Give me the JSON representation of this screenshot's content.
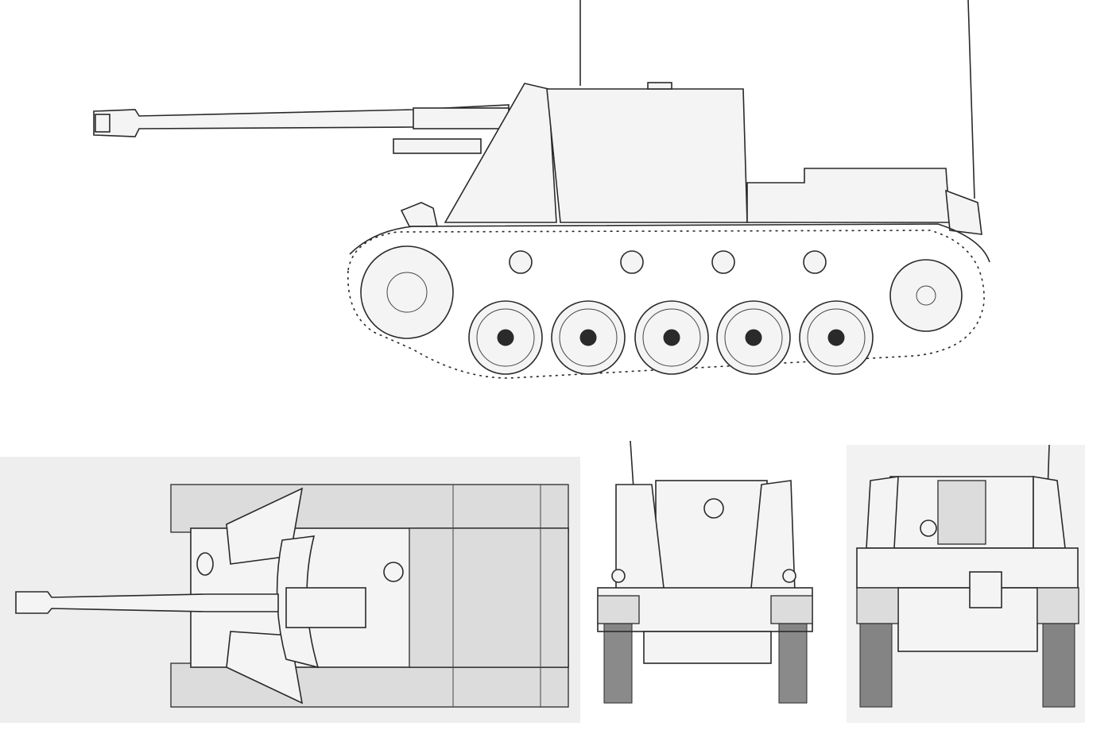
{
  "colors": {
    "background": "#ffffff",
    "line": "#2a2a2a",
    "panel_shade": "#dcdcdc",
    "view_background": "#eeeeee"
  },
  "views": [
    "side",
    "top",
    "front",
    "rear"
  ]
}
